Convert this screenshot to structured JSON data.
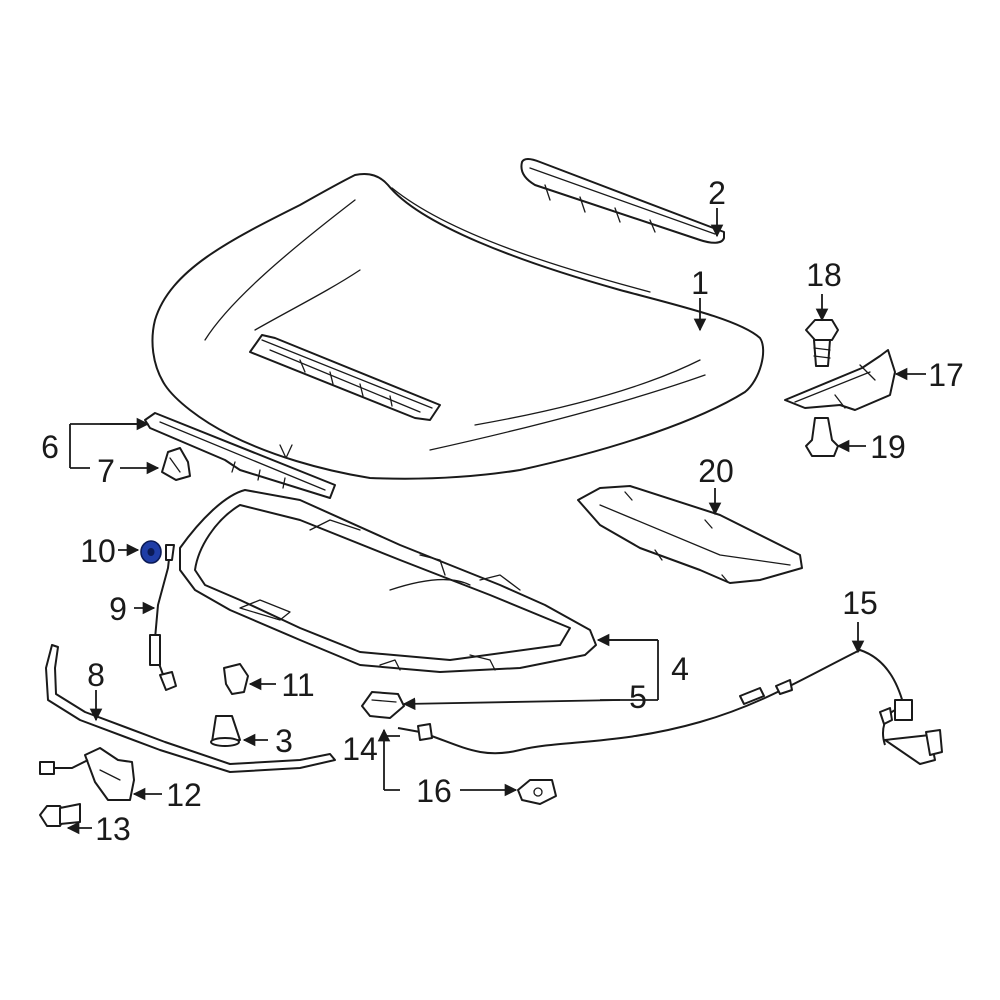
{
  "colors": {
    "line": "#1a1a1a",
    "background": "#ffffff",
    "highlight": "#1f3da6"
  },
  "highlighted_part": "10",
  "callouts": {
    "c1": "1",
    "c2": "2",
    "c3": "3",
    "c4": "4",
    "c5": "5",
    "c6": "6",
    "c7": "7",
    "c8": "8",
    "c9": "9",
    "c10": "10",
    "c11": "11",
    "c12": "12",
    "c13": "13",
    "c14": "14",
    "c15": "15",
    "c16": "16",
    "c17": "17",
    "c18": "18",
    "c19": "19",
    "c20": "20"
  }
}
